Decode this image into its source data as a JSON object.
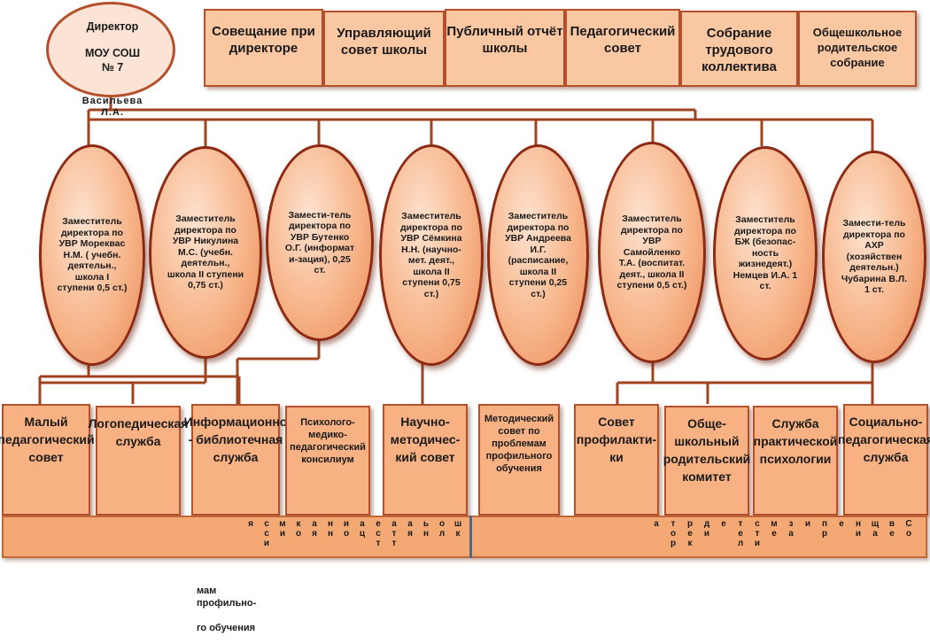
{
  "director": {
    "title": "Директор",
    "org": "МОУ СОШ",
    "number": "№ 7",
    "name": "Васильева Л.А."
  },
  "councils": [
    "Совещание при директоре",
    "Управляющий совет школы",
    "Публичный отчёт школы",
    "Педагогический совет",
    "Собрание трудового коллектива",
    "Общешкольное родительское собрание"
  ],
  "deputies": [
    "Заместитель директора по УВР Мореквас Н.М. ( учебн. деятельн., школа I ступени 0,5 ст.)",
    "Заместитель директора по УВР Никулина М.С. (учебн. деятельн., школа II ступени 0,75 ст.)",
    "Замести-тель директора по УВР Бутенко О.Г. (информат и-зация), 0,25 ст.",
    "Заместитель директора по УВР Сёмкина Н.Н. (научно-мет. деят., школа II ступени 0,75 ст.)",
    "Заместитель директора по УВР Андреева И.Г. (расписание, школа II ступени 0,25 ст.)",
    "Заместитель директора по УВР Самойленко Т.А. (воспитат. деят., школа II ступени 0,5 ст.)",
    "Заместитель директора по БЖ (безопас-ность жизнедеят.) Немцев И.А. 1 ст.",
    "Замести-тель директора по АХР (хозяйствен деятельн.) Чубарина В.Л. 1 ст."
  ],
  "services": [
    "Малый педагогический совет",
    "Логопедическая служба",
    "Информационно - библиотечная служба",
    "Психолого-медико-педагогический консилиум",
    "Научно-методичес-кий совет",
    "Методический совет по проблемам профильного обучения",
    "Совет профилакти-ки",
    "Обще-школьный родительский комитет",
    "Служба практической психологии",
    "Социально-педагогическая служба"
  ],
  "bar_left_cols": [
    "я",
    "сси",
    "ми",
    "ко",
    "ая",
    "нн",
    "ио",
    "ац",
    "ест",
    "атт",
    "ая",
    "ьн",
    "ол",
    "шк"
  ],
  "bar_right_cols": [
    "а",
    "тор",
    "рек",
    "ди",
    "е",
    "тел",
    "сти",
    "ме",
    "за",
    "и",
    "пр",
    "е",
    "ни",
    "ща",
    "ве",
    "Со"
  ],
  "bottom_note": "мам\nпрофильно-\n\nго обучения"
}
